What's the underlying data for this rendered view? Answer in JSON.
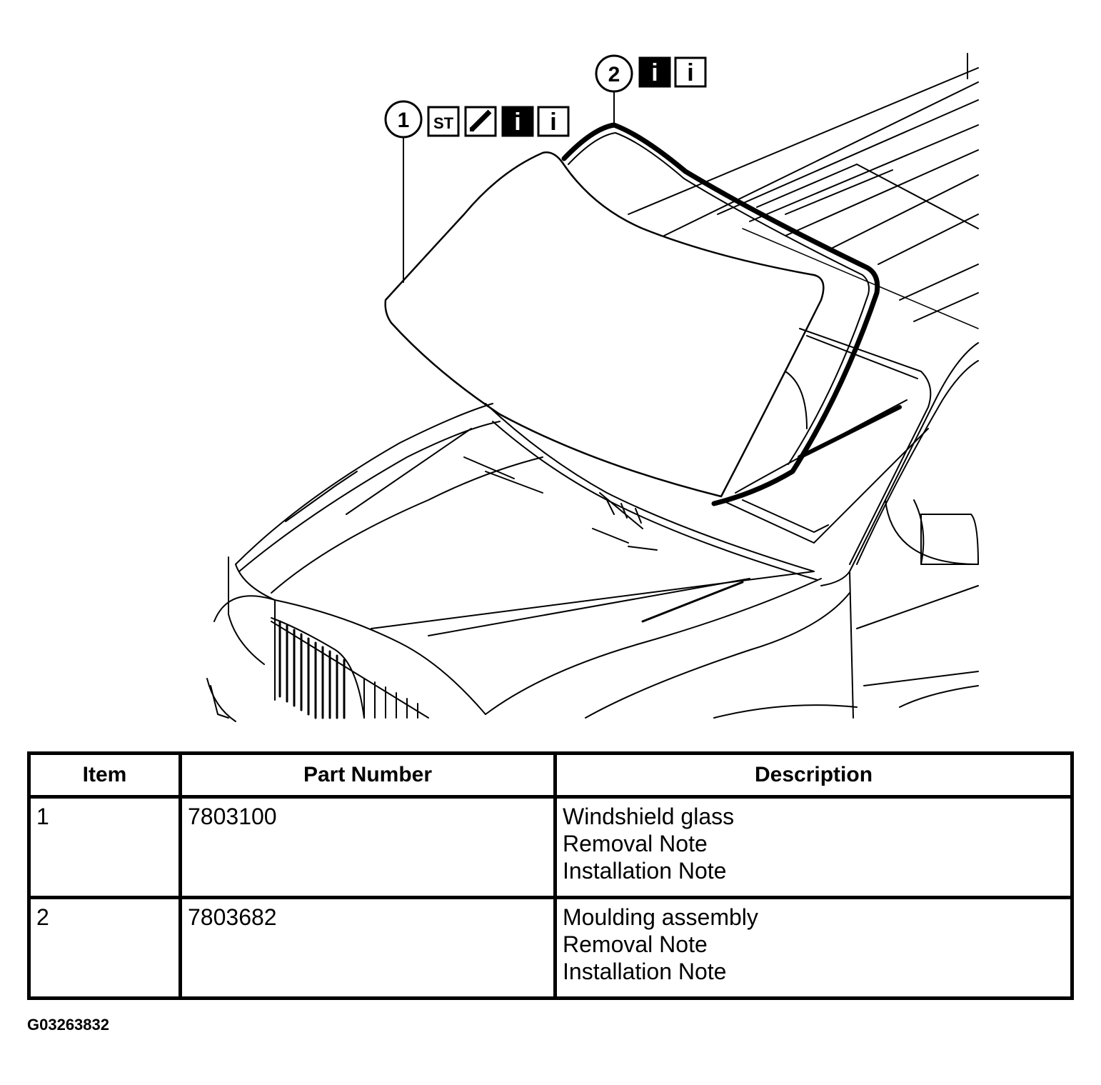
{
  "callouts": [
    {
      "number": "1",
      "icons": [
        "ST",
        "pencil",
        "i-filled",
        "i-outline"
      ]
    },
    {
      "number": "2",
      "icons": [
        "i-filled",
        "i-outline"
      ]
    }
  ],
  "icon_glyphs": {
    "st": "ST",
    "info": "i"
  },
  "table": {
    "headers": [
      "Item",
      "Part Number",
      "Description"
    ],
    "rows": [
      {
        "item": "1",
        "part_number": "7803100",
        "description": [
          "Windshield glass",
          "Removal Note",
          "Installation Note"
        ]
      },
      {
        "item": "2",
        "part_number": "7803682",
        "description": [
          "Moulding assembly",
          "Removal Note",
          "Installation Note"
        ]
      }
    ]
  },
  "figure_id": "G03263832"
}
